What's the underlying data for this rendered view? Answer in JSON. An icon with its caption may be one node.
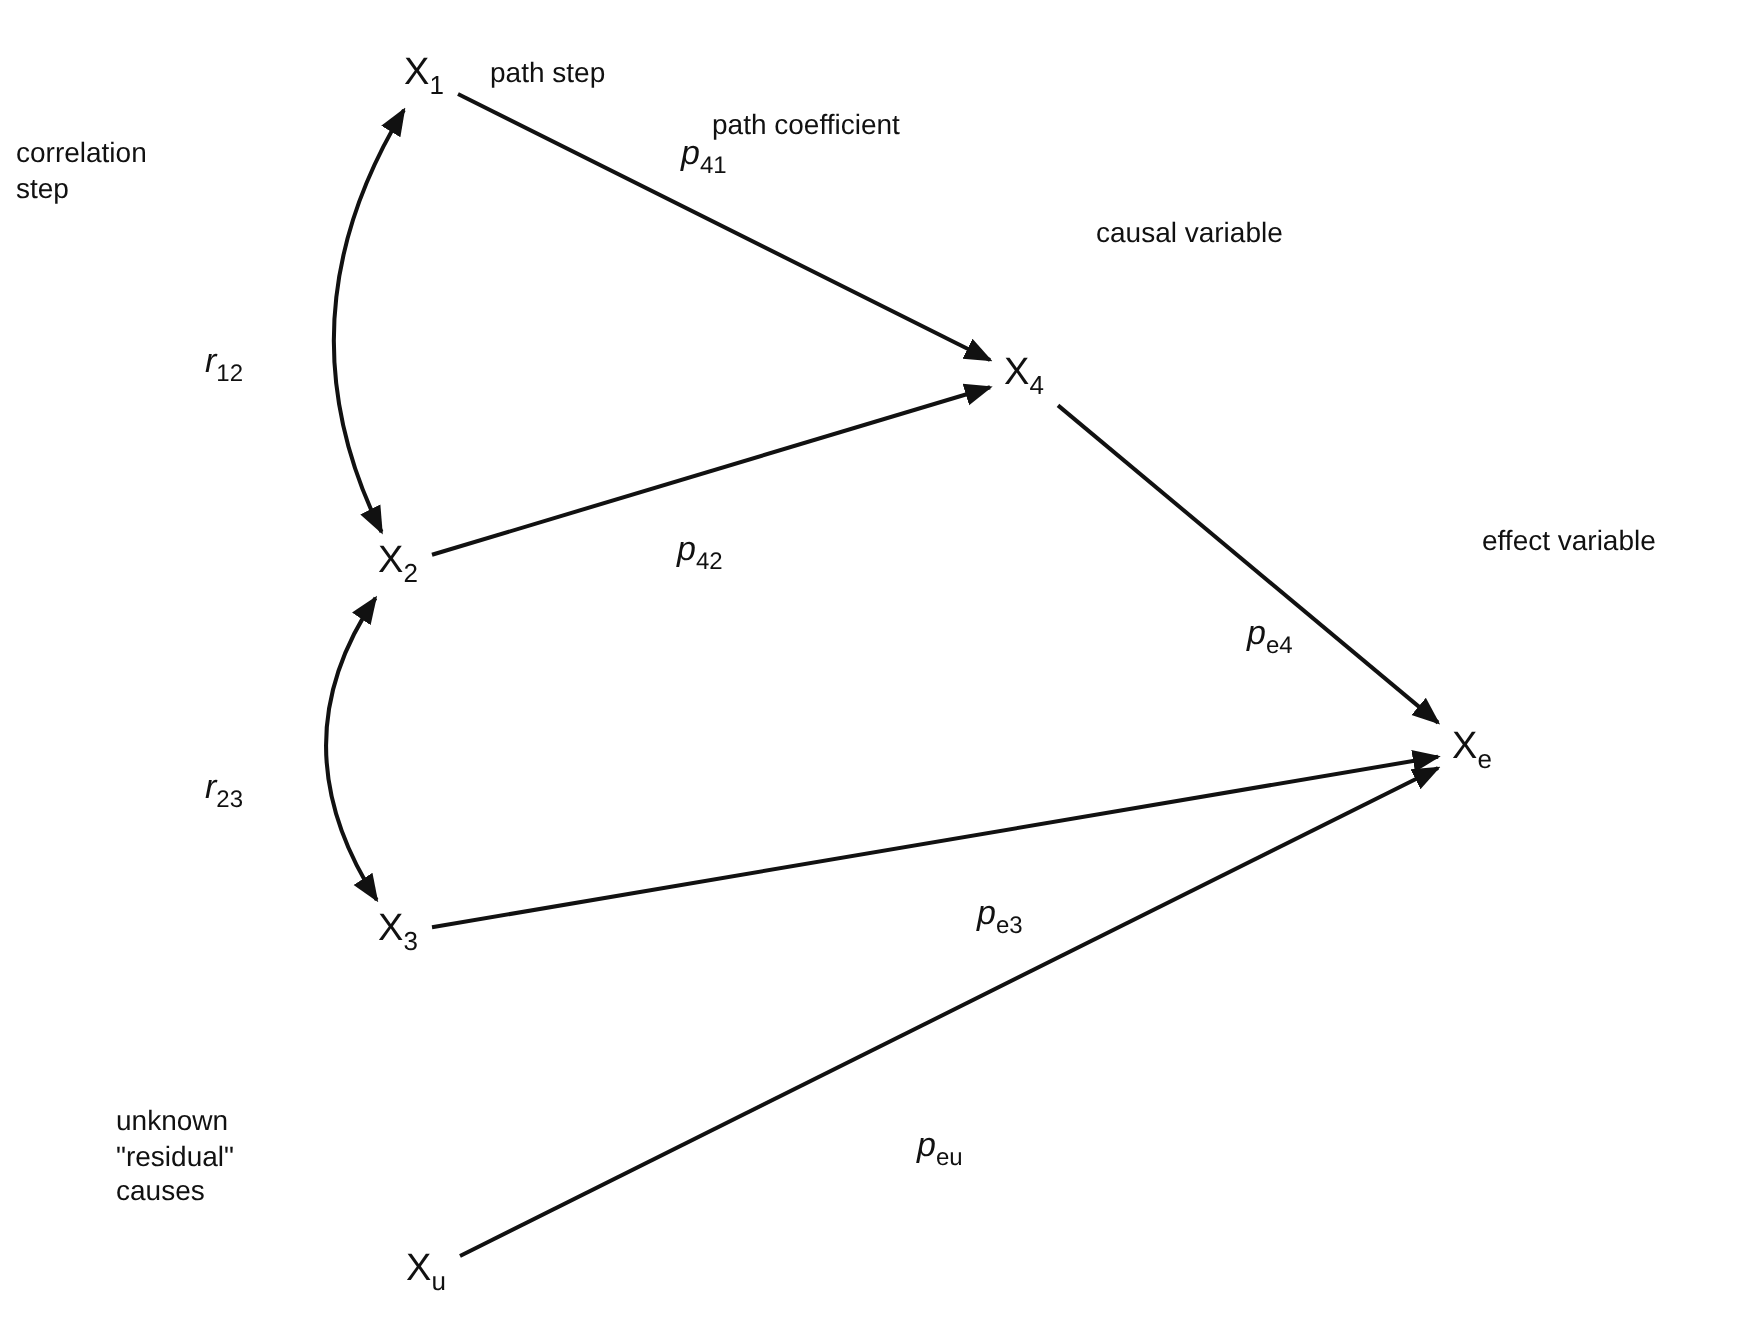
{
  "diagram": {
    "nodes": [
      {
        "text": [
          "X$_{1}$"
        ]
      },
      {
        "text": [
          "X$_{2}$"
        ]
      },
      {
        "text": [
          "X$_{3}$"
        ]
      },
      {
        "text": [
          "X$_{4}$"
        ]
      },
      {
        "text": [
          "X$_{e}$"
        ]
      },
      {
        "text": [
          "X$_{u}$"
        ]
      }
    ],
    "edges": [
      {
        "from": 0,
        "to": 3,
        "arrow": "to",
        "label": "*p*$_{41}$"
      },
      {
        "from": 1,
        "to": 3,
        "arrow": "to",
        "label": "*p*$_{42}$"
      },
      {
        "from": 3,
        "to": 4,
        "arrow": "to",
        "label": "*p*$_{e4}$"
      },
      {
        "from": 2,
        "to": 4,
        "arrow": "to",
        "label": "*p*$_{e3}$"
      },
      {
        "from": 5,
        "to": 4,
        "arrow": "to",
        "label": "*p*$_{eu}$"
      },
      {
        "from": 0,
        "to": 1,
        "arrow": "both",
        "label": "*r*$_{12}$"
      },
      {
        "from": 1,
        "to": 2,
        "arrow": "both",
        "label": "*r*$_{23}$"
      }
    ],
    "labels": [
      "path step",
      "path coefficient",
      "correlation step",
      "causal variable",
      "effect variable",
      "unknown \"residual\" causes"
    ]
  }
}
